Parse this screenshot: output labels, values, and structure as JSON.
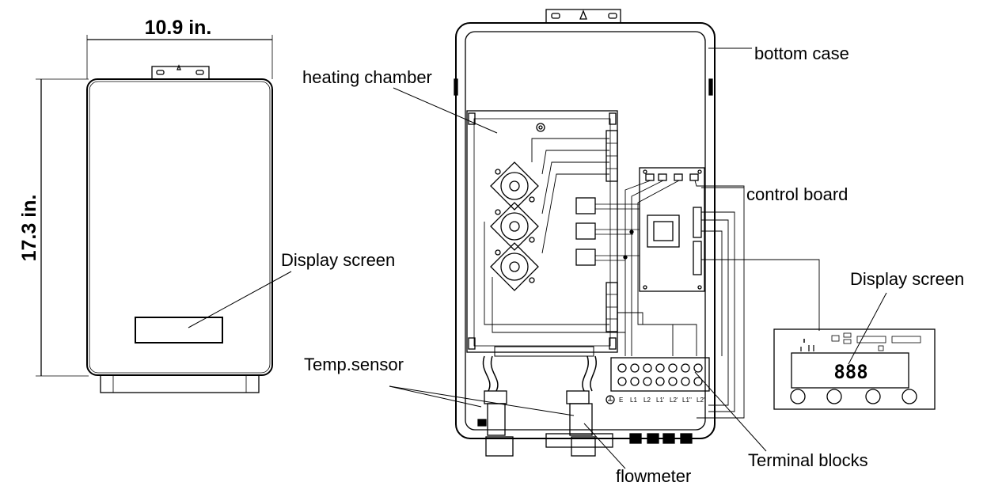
{
  "dimensions": {
    "width": "10.9 in.",
    "height": "17.3 in."
  },
  "labels": {
    "display_screen_left": "Display screen",
    "heating_chamber": "heating chamber",
    "bottom_case": "bottom case",
    "control_board": "control board",
    "display_screen_right": "Display screen",
    "temp_sensor": "Temp.sensor",
    "terminal_blocks": "Terminal blocks",
    "flowmeter": "flowmeter"
  },
  "display": {
    "readout": "888"
  },
  "terminals": [
    "E",
    "L1",
    "L2",
    "L1'",
    "L2'",
    "L1''",
    "L2''"
  ]
}
